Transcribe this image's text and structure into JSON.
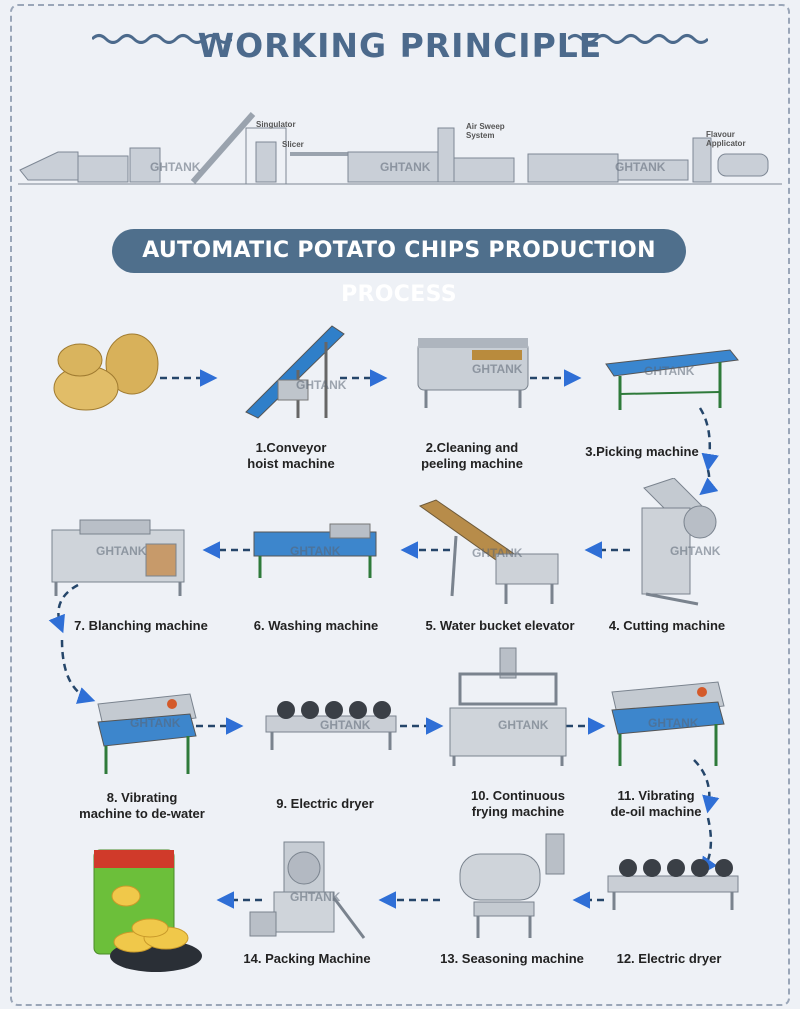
{
  "title": "WORKING PRINCIPLE",
  "process_title": "AUTOMATIC POTATO CHIPS PRODUCTION PROCESS",
  "watermark": "GHTANK",
  "overview_labels": {
    "singulator": "Singulator",
    "slicer": "Slicer",
    "air_sweep": "Air Sweep System",
    "flavour": "Flavour Applicator"
  },
  "steps": [
    {
      "line1": "1.Conveyor",
      "line2": "hoist machine"
    },
    {
      "line1": "2.Cleaning and",
      "line2": "peeling machine"
    },
    {
      "line1": "3.Picking machine",
      "line2": ""
    },
    {
      "line1": "4. Cutting machine",
      "line2": ""
    },
    {
      "line1": "5. Water bucket elevator",
      "line2": ""
    },
    {
      "line1": "6. Washing machine",
      "line2": ""
    },
    {
      "line1": "7. Blanching machine",
      "line2": ""
    },
    {
      "line1": "8. Vibrating",
      "line2": "machine to de-water"
    },
    {
      "line1": "9. Electric dryer",
      "line2": ""
    },
    {
      "line1": "10. Continuous",
      "line2": "frying machine"
    },
    {
      "line1": "11. Vibrating",
      "line2": "de-oil machine"
    },
    {
      "line1": "12. Electric dryer",
      "line2": ""
    },
    {
      "line1": "13. Seasoning machine",
      "line2": ""
    },
    {
      "line1": "14. Packing Machine",
      "line2": ""
    }
  ],
  "colors": {
    "accent": "#4f6f8c",
    "arrow": "#2f6fd6",
    "line": "#25466a"
  }
}
